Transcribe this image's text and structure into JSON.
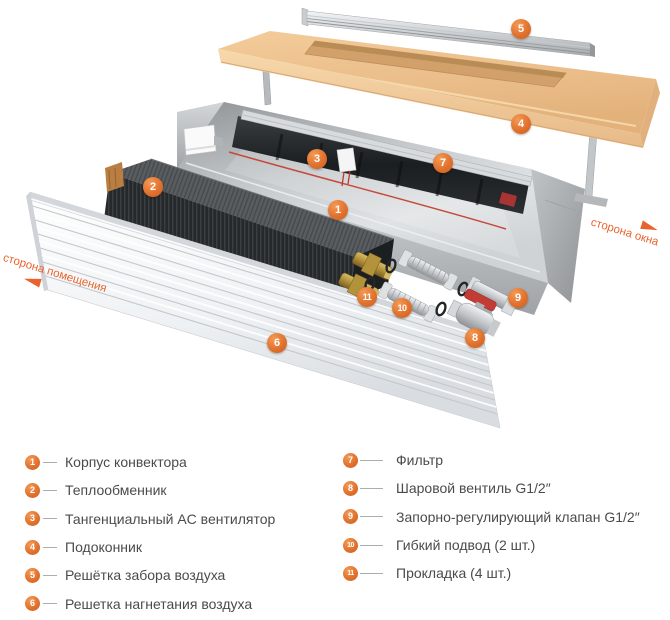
{
  "diagram": {
    "marker_labels": [
      "1",
      "2",
      "3",
      "4",
      "5",
      "6",
      "7",
      "8",
      "9",
      "10",
      "11"
    ],
    "side_labels": {
      "left": "сторона помещения",
      "right": "сторона окна"
    }
  },
  "legend": {
    "left": [
      {
        "num": "1",
        "label": "Корпус конвектора"
      },
      {
        "num": "2",
        "label": "Теплообменник"
      },
      {
        "num": "3",
        "label": "Тангенциальный AC вентилятор"
      },
      {
        "num": "4",
        "label": "Подоконник"
      },
      {
        "num": "5",
        "label": "Решётка забора воздуха"
      },
      {
        "num": "6",
        "label": "Решетка нагнетания воздуха"
      }
    ],
    "right": [
      {
        "num": "7",
        "label": "Фильтр"
      },
      {
        "num": "8",
        "label": "Шаровой вентиль G1/2″"
      },
      {
        "num": "9",
        "label": "Запорно-регулирующий клапан G1/2″"
      },
      {
        "num": "10",
        "label": "Гибкий подвод (2 шт.)"
      },
      {
        "num": "11",
        "label": "Прокладка (4 шт.)"
      }
    ]
  },
  "colors": {
    "marker_orange": "#e0722e",
    "side_label_orange": "#e8632d",
    "legend_text": "#4a4b4d",
    "windowsill_tan": "#edc391",
    "valve_handle_red": "#c23b35"
  }
}
